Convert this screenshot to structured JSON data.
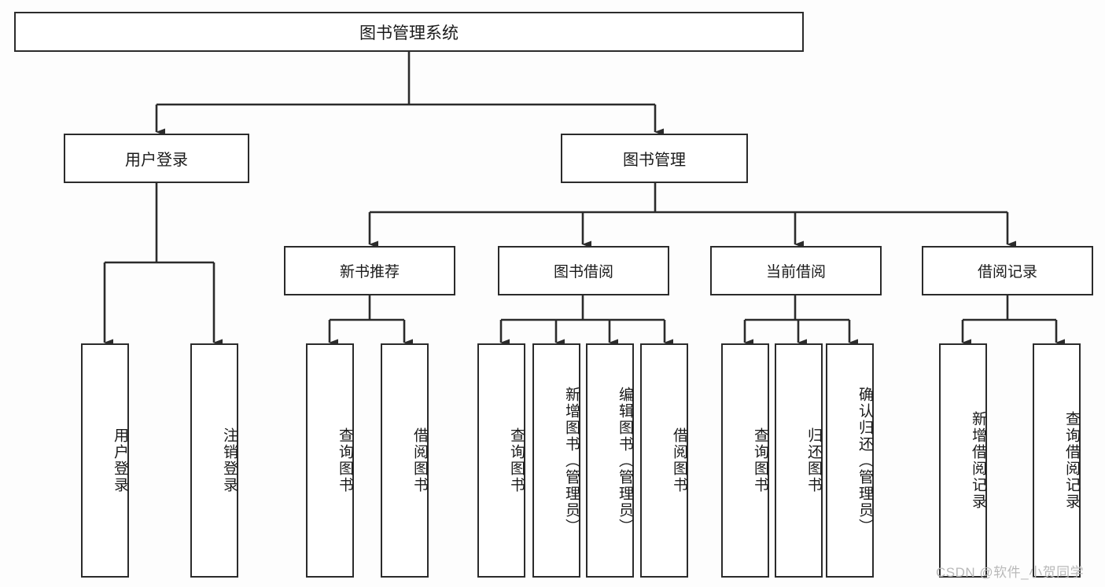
{
  "diagram": {
    "title": "图书管理系统",
    "type": "hierarchy-tree",
    "watermark": "CSDN @软件_小贺同学",
    "colors": {
      "border": "#2b2b2b",
      "box_fill": "#ffffff",
      "text": "#1a1a1a",
      "connector": "#2b2b2b",
      "background": "#fdfdfd",
      "watermark": "#b9b9b9"
    },
    "nodes": {
      "root": {
        "label": "图书管理系统"
      },
      "level1": [
        {
          "label": "用户登录"
        },
        {
          "label": "图书管理"
        }
      ],
      "level2": [
        {
          "label": "新书推荐"
        },
        {
          "label": "图书借阅"
        },
        {
          "label": "当前借阅"
        },
        {
          "label": "借阅记录"
        }
      ],
      "leaves": {
        "user_login": [
          {
            "label": "用户登录"
          },
          {
            "label": "注销登录"
          }
        ],
        "new_book": [
          {
            "label": "查询图书"
          },
          {
            "label": "借阅图书"
          }
        ],
        "borrow": [
          {
            "label": "查询图书"
          },
          {
            "label": "新增图书（管理员）"
          },
          {
            "label": "编辑图书（管理员）"
          },
          {
            "label": "借阅图书"
          }
        ],
        "current": [
          {
            "label": "查询图书"
          },
          {
            "label": "归还图书"
          },
          {
            "label": "确认归还（管理员）"
          }
        ],
        "records": [
          {
            "label": "新增借阅记录"
          },
          {
            "label": "查询借阅记录"
          }
        ]
      }
    }
  }
}
